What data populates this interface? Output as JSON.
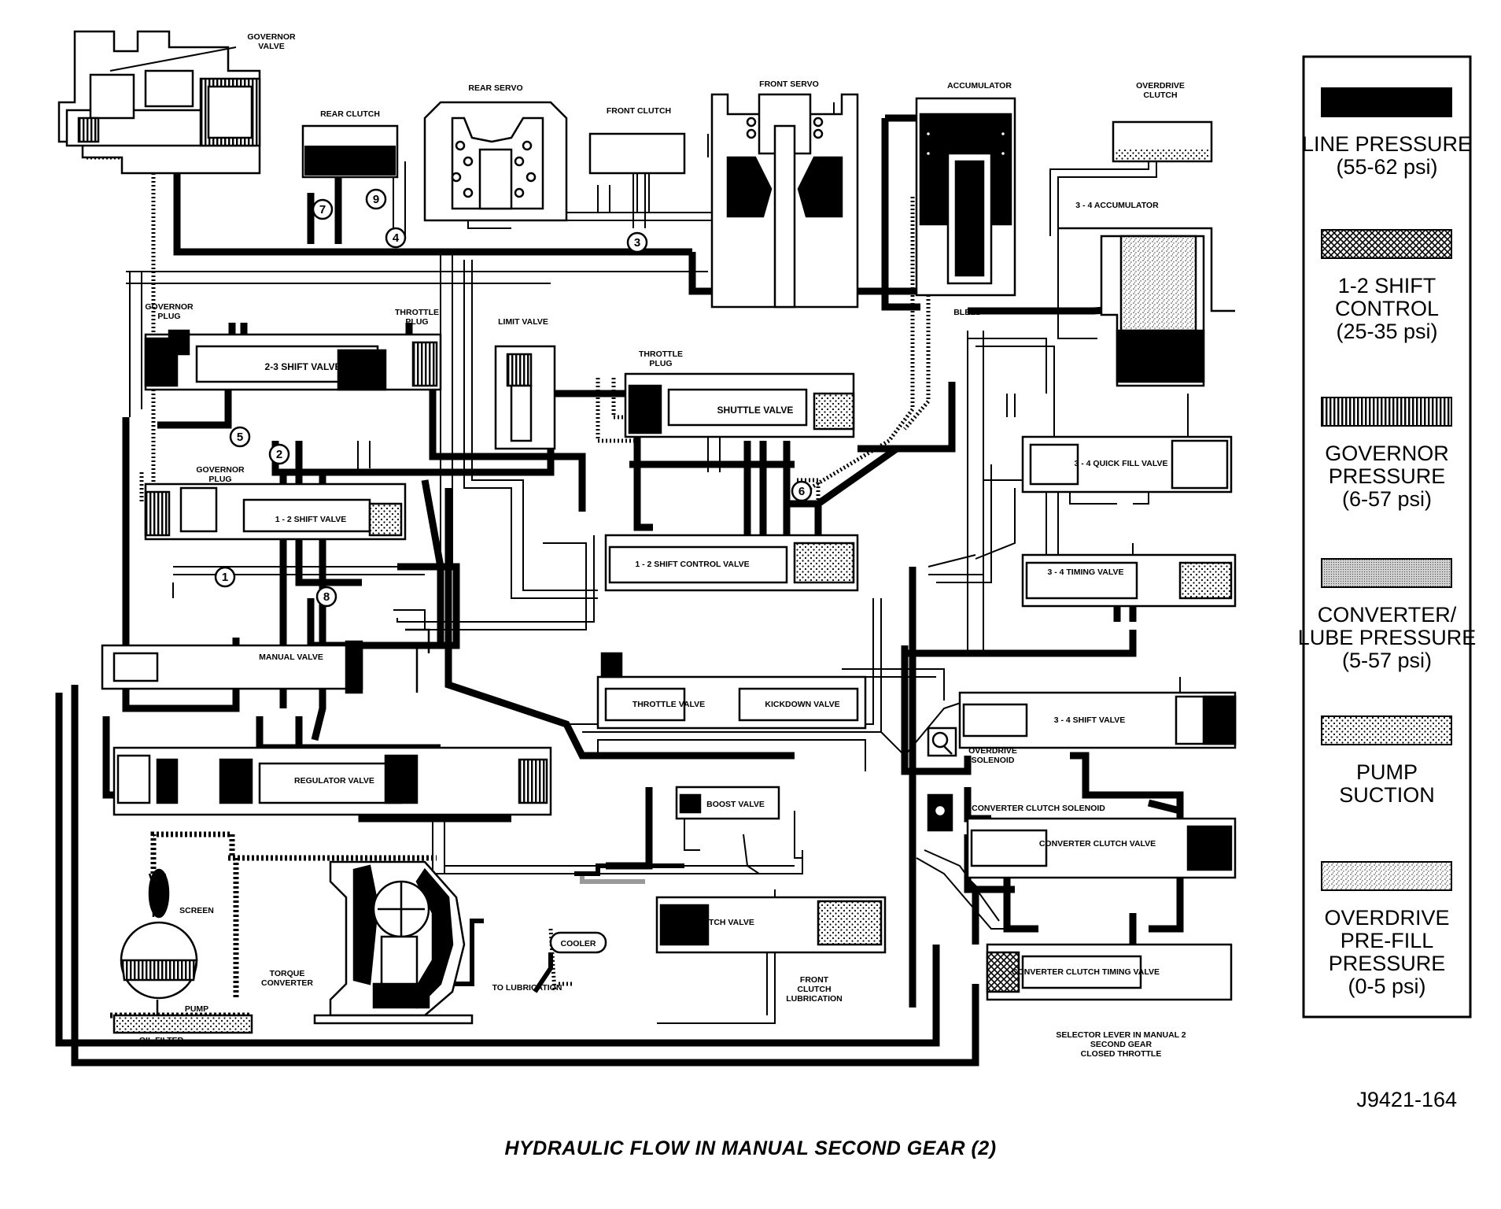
{
  "components": {
    "governor_valve": "GOVERNOR\nVALVE",
    "rear_clutch": "REAR CLUTCH",
    "rear_servo": "REAR SERVO",
    "front_clutch": "FRONT CLUTCH",
    "front_servo": "FRONT SERVO",
    "accumulator": "ACCUMULATOR",
    "overdrive_clutch": "OVERDRIVE\nCLUTCH",
    "accumulator_3_4": "3 - 4 ACCUMULATOR",
    "bleed": "BLEED",
    "governor_plug_upper": "GOVERNOR\nPLUG",
    "throttle_plug_upper": "THROTTLE\nPLUG",
    "shift_valve_2_3": "2-3 SHIFT VALVE",
    "limit_valve": "LIMIT VALVE",
    "throttle_plug_mid": "THROTTLE\nPLUG",
    "shuttle_valve": "SHUTTLE VALVE",
    "quick_fill_valve": "3 - 4 QUICK FILL VALVE",
    "governor_plug_lower": "GOVERNOR\nPLUG",
    "shift_valve_1_2": "1 - 2 SHIFT VALVE",
    "shift_control_valve_1_2": "1 - 2 SHIFT CONTROL VALVE",
    "timing_valve_3_4": "3 - 4 TIMING VALVE",
    "manual_valve": "MANUAL VALVE",
    "throttle_valve": "THROTTLE VALVE",
    "kickdown_valve": "KICKDOWN VALVE",
    "shift_valve_3_4": "3 - 4 SHIFT VALVE",
    "overdrive_solenoid": "OVERDRIVE\nSOLENOID",
    "regulator_valve": "REGULATOR VALVE",
    "boost_valve": "BOOST VALVE",
    "converter_clutch_solenoid": "CONVERTER CLUTCH SOLENOID",
    "converter_clutch_valve": "CONVERTER CLUTCH VALVE",
    "screen": "SCREEN",
    "torque_converter": "TORQUE\nCONVERTER",
    "cooler": "COOLER",
    "to_lubrication": "TO LUBRICATION",
    "switch_valve": "SWITCH VALVE",
    "front_clutch_lubrication": "FRONT\nCLUTCH\nLUBRICATION",
    "converter_clutch_timing_valve": "CONVERTER CLUTCH TIMING VALVE",
    "pump": "PUMP",
    "oil_filter": "OIL FILTER",
    "selector_note": "SELECTOR LEVER IN MANUAL 2\nSECOND GEAR\nCLOSED THROTTLE"
  },
  "check_balls": [
    "1",
    "2",
    "3",
    "4",
    "5",
    "6",
    "7",
    "8",
    "9"
  ],
  "legend": [
    {
      "pattern": "solid",
      "text": "LINE PRESSURE\n(55-62 psi)"
    },
    {
      "pattern": "cross",
      "text": "1-2 SHIFT\nCONTROL\n(25-35 psi)"
    },
    {
      "pattern": "vlines",
      "text": "GOVERNOR\nPRESSURE\n(6-57 psi)"
    },
    {
      "pattern": "fine",
      "text": "CONVERTER/\nLUBE PRESSURE\n(5-57 psi)"
    },
    {
      "pattern": "dots",
      "text": "PUMP\nSUCTION"
    },
    {
      "pattern": "speck",
      "text": "OVERDRIVE\nPRE-FILL\nPRESSURE\n(0-5 psi)"
    }
  ],
  "figure_id": "J9421-164",
  "caption": "HYDRAULIC FLOW IN MANUAL SECOND GEAR (2)"
}
